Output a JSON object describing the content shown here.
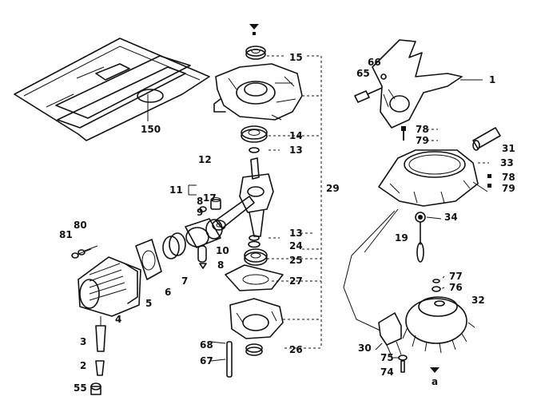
{
  "diagram": {
    "labels": {
      "l1": "1",
      "l2": "2",
      "l3": "3",
      "l4": "4",
      "l5": "5",
      "l6": "6",
      "l7": "7",
      "l8a": "8",
      "l8b": "8",
      "l9": "9",
      "l10": "10",
      "l11": "11",
      "l12": "12",
      "l13a": "13",
      "l13b": "13",
      "l14": "14",
      "l15": "15",
      "l17": "17",
      "l19": "19",
      "l24": "24",
      "l25": "25",
      "l26": "26",
      "l27": "27",
      "l29": "29",
      "l30": "30",
      "l31": "31",
      "l32": "32",
      "l33": "33",
      "l34": "34",
      "l55": "55",
      "l65": "65",
      "l66": "66",
      "l67": "67",
      "l68": "68",
      "l74": "74",
      "l75": "75",
      "l76": "76",
      "l77": "77",
      "l78a": "78",
      "l78b": "78",
      "l79a": "79",
      "l79b": "79",
      "l80": "80",
      "l81": "81",
      "l150": "150",
      "la": "a"
    }
  }
}
